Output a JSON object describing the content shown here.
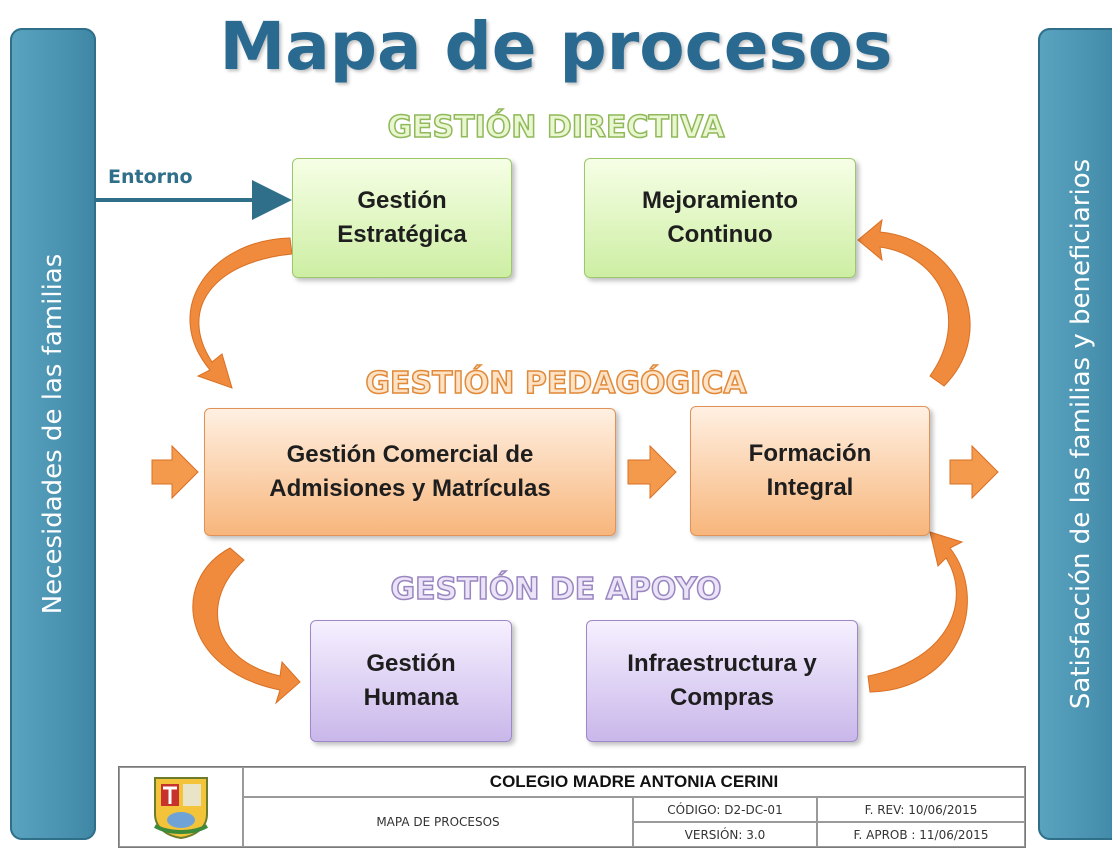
{
  "title": "Mapa de procesos",
  "left_bar": "Necesidades de las familias",
  "right_bar": "Satisfacción de las familias y beneficiarios",
  "entorno_label": "Entorno",
  "sections": {
    "directiva": "GESTIÓN DIRECTIVA",
    "pedagogica": "GESTIÓN PEDAGÓGICA",
    "apoyo": "GESTIÓN DE APOYO"
  },
  "boxes": {
    "estrategica": [
      "Gestión",
      "Estratégica"
    ],
    "mejoramiento": [
      "Mejoramiento",
      "Continuo"
    ],
    "comercial": [
      "Gestión Comercial de",
      "Admisiones y Matrículas"
    ],
    "formacion": [
      "Formación",
      "Integral"
    ],
    "humana": [
      "Gestión",
      "Humana"
    ],
    "infraestructura": [
      "Infraestructura y",
      "Compras"
    ]
  },
  "footer": {
    "school": "COLEGIO MADRE ANTONIA CERINI",
    "doc_name": "MAPA DE PROCESOS",
    "codigo": "CÓDIGO: D2-DC-01",
    "version": "VERSIÓN: 3.0",
    "f_rev": "F. REV: 10/06/2015",
    "f_aprob": "F. APROB : 11/06/2015"
  },
  "colors": {
    "title": "#2a6a90",
    "side_bars": "#4a93b1",
    "arrows": "#f08a3c",
    "entorno_arrow": "#2f6f8a"
  }
}
